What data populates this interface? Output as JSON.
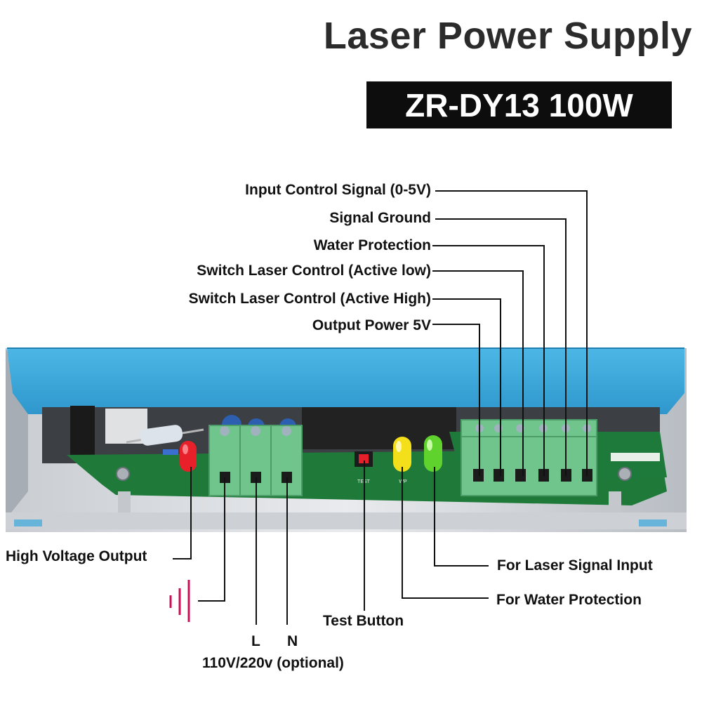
{
  "header": {
    "title": "Laser Power Supply",
    "model": "ZR-DY13 100W"
  },
  "top_labels": [
    "Input Control Signal (0-5V)",
    "Signal Ground",
    "Water Protection",
    "Switch Laser Control (Active low)",
    "Switch Laser Control (Active High)",
    "Output Power 5V"
  ],
  "bottom_labels": {
    "high_voltage_output": "High Voltage Output",
    "laser_signal_input": "For Laser Signal Input",
    "water_protection": "For Water Protection",
    "test_button": "Test Button",
    "live": "L",
    "neutral": "N",
    "mains_voltage": "110V/220v (optional)"
  },
  "board_silkscreen": {
    "test": "TEST",
    "wp": "WP"
  },
  "colors": {
    "case_blue": "#3aa8dc",
    "pcb_green": "#1f7a3a",
    "terminal_green": "#6fc58c",
    "led_red": "#e8202a",
    "led_yellow": "#f4e01a",
    "led_green": "#5fd22e",
    "ground_symbol": "#c8105a"
  }
}
